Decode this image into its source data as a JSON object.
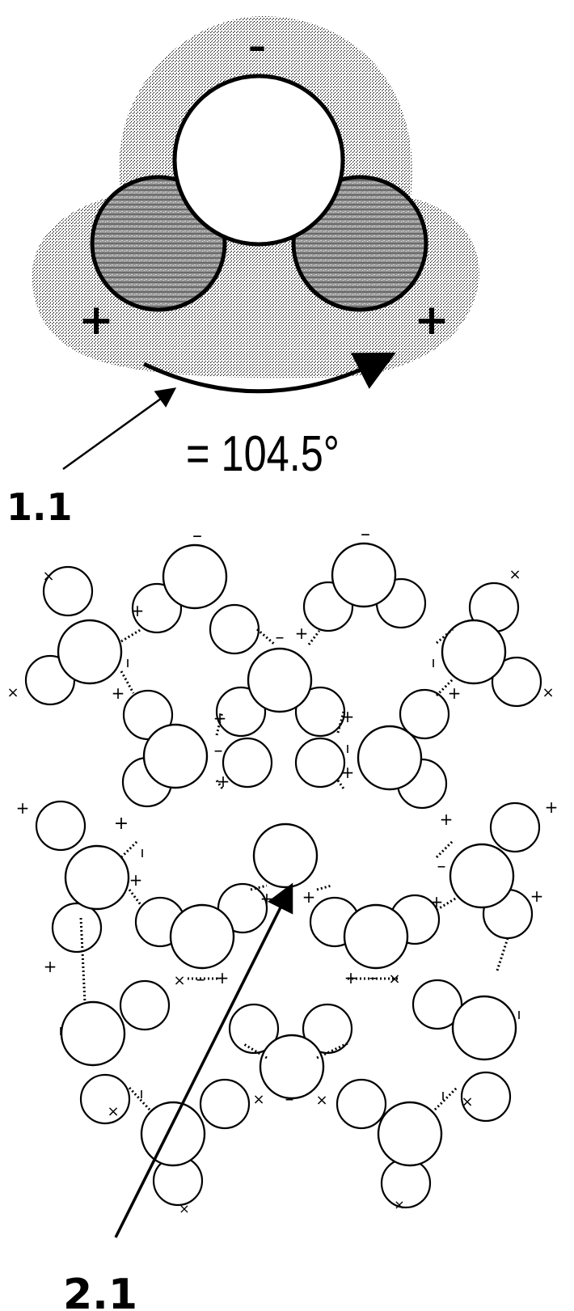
{
  "figure_top": {
    "angle_text": "= 104.5°",
    "label": "1.1",
    "oxygen_charge": "–",
    "hydrogen_charge_left": "+",
    "hydrogen_charge_right": "+"
  },
  "figure_bottom": {
    "label": "2.1",
    "charge_minus": "–",
    "charge_plus": "+",
    "charge_cross": "×",
    "charge_bar": "ı"
  }
}
